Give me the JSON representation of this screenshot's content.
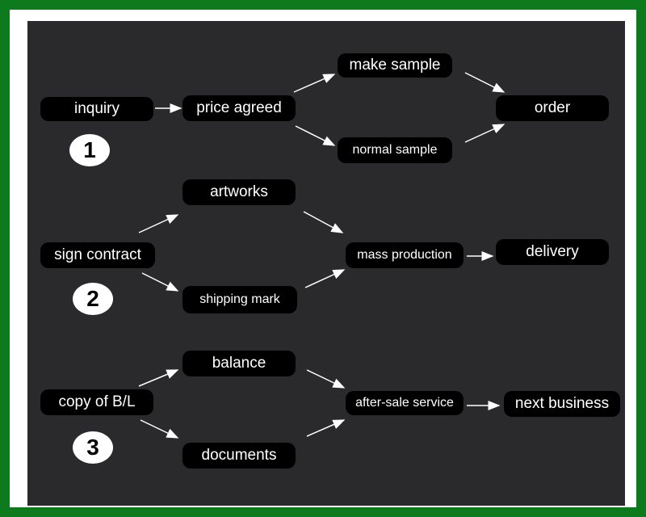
{
  "steps": [
    {
      "badge": "1",
      "nodes": {
        "inquiry": "inquiry",
        "price_agreed": "price agreed",
        "make_sample": "make sample",
        "normal_sample": "normal sample",
        "order": "order"
      }
    },
    {
      "badge": "2",
      "nodes": {
        "sign_contract": "sign contract",
        "artworks": "artworks",
        "shipping_mark": "shipping mark",
        "mass_production": "mass production",
        "delivery": "delivery"
      }
    },
    {
      "badge": "3",
      "nodes": {
        "copy_bl": "copy of B/L",
        "balance": "balance",
        "documents": "documents",
        "after_sale": "after-sale service",
        "next_business": "next business"
      }
    }
  ],
  "colors": {
    "outer_border": "#0e7a1e",
    "panel": "#2a2a2d",
    "node": "#000000",
    "text": "#ffffff"
  }
}
